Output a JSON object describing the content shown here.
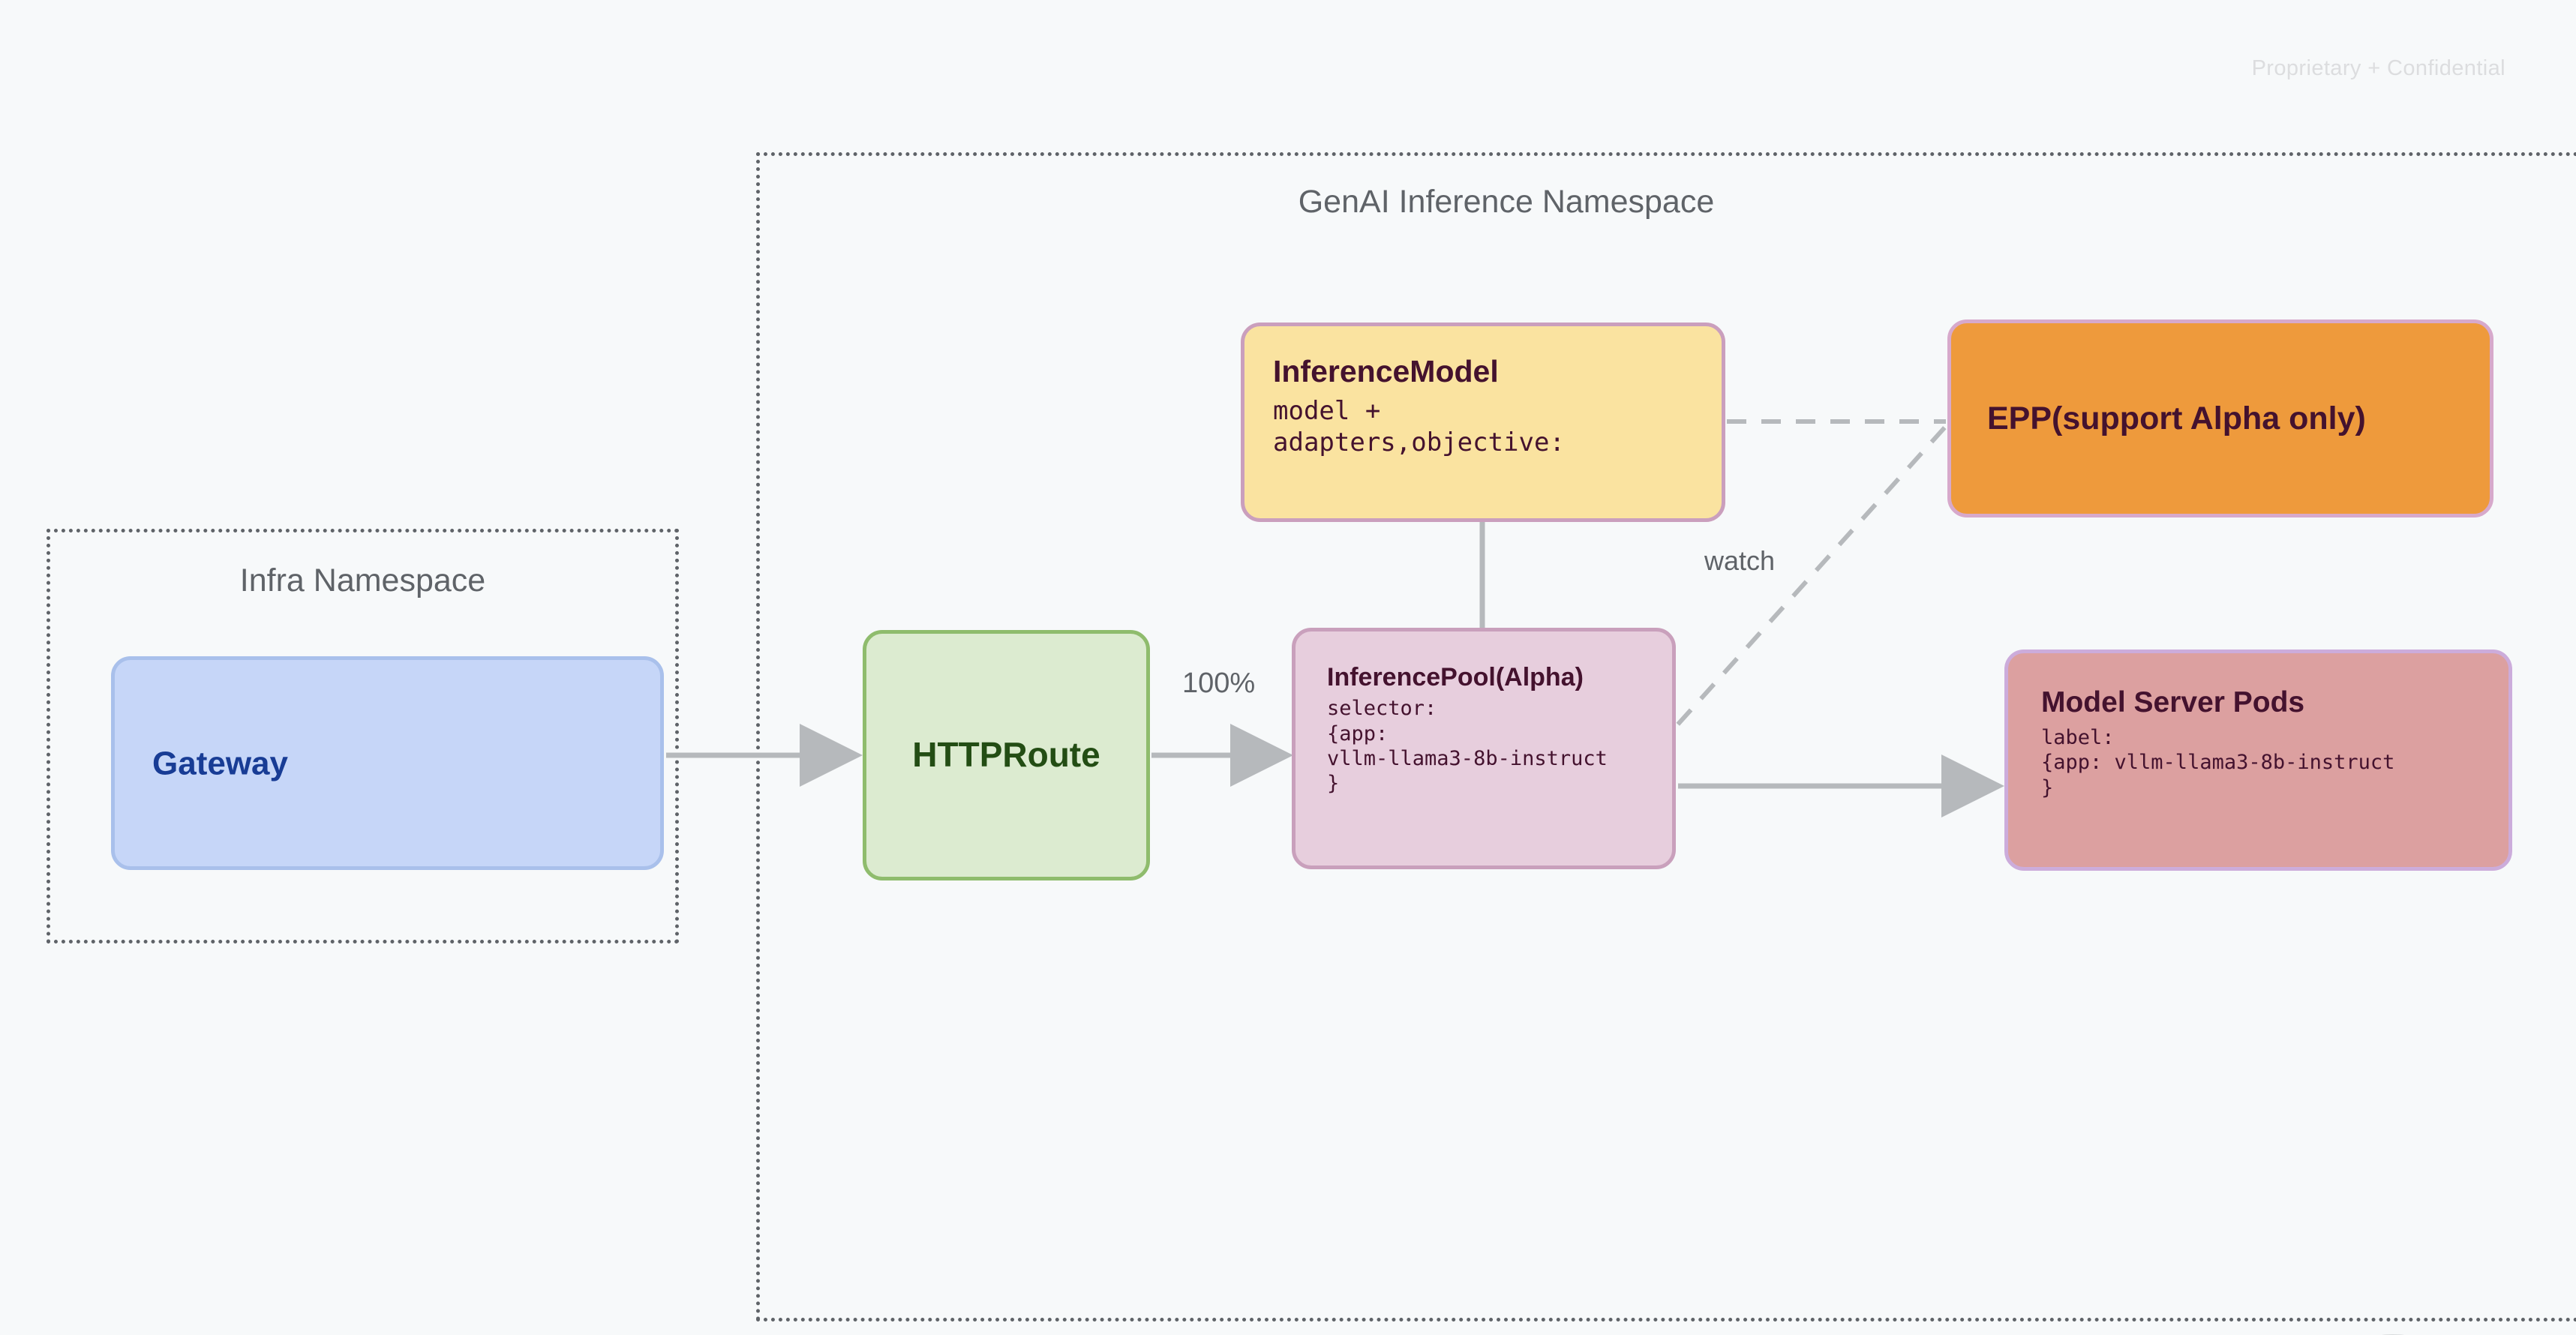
{
  "page": {
    "watermark": "Proprietary + Confidential",
    "background_color": "#F7F9FA"
  },
  "namespaces": [
    {
      "id": "infra",
      "title": "Infra Namespace",
      "border_style": "dotted",
      "border_color": "#5F6368"
    },
    {
      "id": "genai",
      "title": "GenAI Inference Namespace",
      "border_style": "dotted",
      "border_color": "#5F6368"
    }
  ],
  "nodes": [
    {
      "id": "gateway",
      "title": "Gateway",
      "subtitle": "",
      "fill": "#C6D6F8",
      "border": "#A9C0EB",
      "text_color": "#183C95"
    },
    {
      "id": "httproute",
      "title": "HTTPRoute",
      "subtitle": "",
      "fill": "#DCEBD0",
      "border": "#8FBC6D",
      "text_color": "#234D14"
    },
    {
      "id": "inferencemodel",
      "title": "InferenceModel",
      "subtitle": "model +\nadapters,objective:",
      "fill": "#FAE3A0",
      "border": "#CA9FBD",
      "text_color": "#44122E"
    },
    {
      "id": "inferencepool",
      "title": "InferencePool(Alpha)",
      "subtitle": "selector:\n{app:\nvllm-llama3-8b-instruct\n}",
      "fill": "#E7CEDD",
      "border": "#C9A0BC",
      "text_color": "#44122E"
    },
    {
      "id": "epp",
      "title": "EPP(support Alpha only)",
      "subtitle": "",
      "fill": "#EE9A3C",
      "border": "#D7A9CB",
      "text_color": "#44122E"
    },
    {
      "id": "modelserverpods",
      "title": "Model Server Pods",
      "subtitle": "label:\n{app: vllm-llama3-8b-instruct\n}",
      "fill": "#DCA0A0",
      "border": "#CCACDB",
      "text_color": "#44122E"
    }
  ],
  "edges": [
    {
      "id": "gateway-to-httproute",
      "from": "gateway",
      "to": "httproute",
      "label": "",
      "style": "solid",
      "arrow": true,
      "color": "#B6B9BC"
    },
    {
      "id": "httproute-to-inferencepool",
      "from": "httproute",
      "to": "inferencepool",
      "label": "100%",
      "style": "solid",
      "arrow": true,
      "color": "#B6B9BC"
    },
    {
      "id": "inferencemodel-to-inferencepool",
      "from": "inferencemodel",
      "to": "inferencepool",
      "label": "",
      "style": "solid",
      "arrow": false,
      "color": "#B6B9BC"
    },
    {
      "id": "inferencemodel-to-epp",
      "from": "inferencemodel",
      "to": "epp",
      "label": "",
      "style": "dashed",
      "arrow": false,
      "color": "#B6B9BC"
    },
    {
      "id": "inferencepool-to-epp",
      "from": "inferencepool",
      "to": "epp",
      "label": "watch",
      "style": "dashed",
      "arrow": false,
      "color": "#B6B9BC"
    },
    {
      "id": "inferencepool-to-modelserverpods",
      "from": "inferencepool",
      "to": "modelserverpods",
      "label": "",
      "style": "solid",
      "arrow": true,
      "color": "#B6B9BC"
    }
  ],
  "edge_labels": {
    "traffic_split": "100%",
    "watch": "watch"
  }
}
